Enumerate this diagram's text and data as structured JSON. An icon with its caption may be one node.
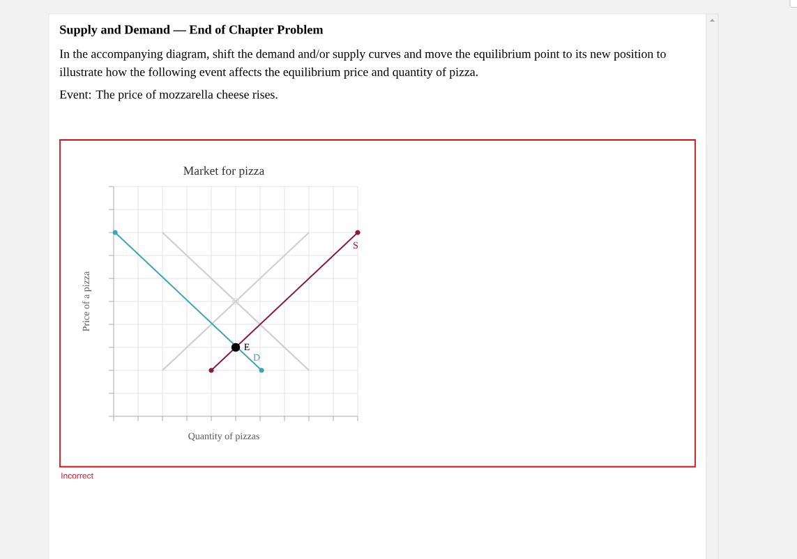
{
  "diagram": {
    "title": "Supply and Demand — End of Chapter Problem",
    "labels": [
      "In the accompanying diagram, shift the demand and/or supply curves and move the equilibrium point to its new position to illustrate how the following event affects the equilibrium price and quantity of pizza.",
      "Event: The price of mozzarella cheese rises.",
      "Market for pizza",
      "S",
      "Price of a pizza",
      "E",
      "D",
      "Quantity of pizzas",
      "Incorrect"
    ]
  }
}
